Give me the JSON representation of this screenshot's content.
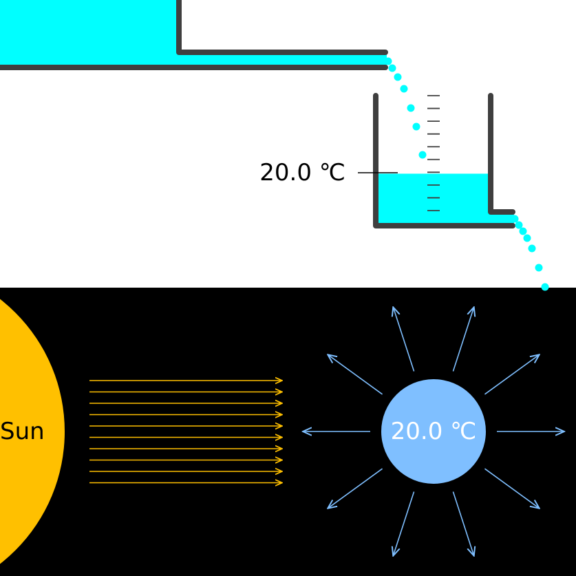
{
  "beaker": {
    "temperature_label": "20.0 ℃",
    "scale_ticks": 10,
    "water_level_fraction": 0.4
  },
  "planet": {
    "temperature_label": "20.0 ℃",
    "radiation_arrows": 10
  },
  "sun": {
    "label": "Sun",
    "sunlight_rays": 10
  },
  "colors": {
    "water": "#00ffff",
    "container": "#3f3f3f",
    "space_background": "#000000",
    "sun": "#ffc000",
    "sunlight": "#ffc000",
    "planet": "#7fbfff",
    "infrared_radiation": "#7fbfff"
  }
}
